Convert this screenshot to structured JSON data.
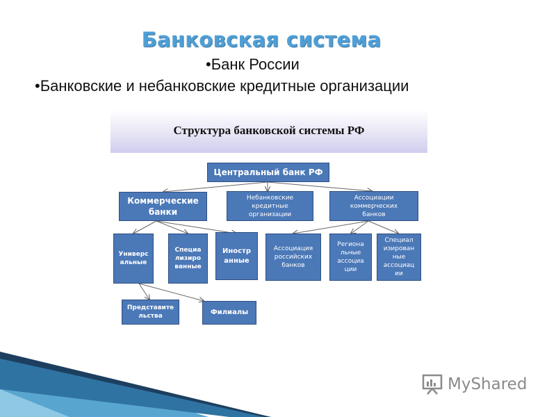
{
  "slide": {
    "title": "Банковская система",
    "bullets": [
      "•Банк России",
      "•Банковские и небанковские кредитные организации"
    ]
  },
  "diagram": {
    "header": "Структура банковской системы РФ",
    "nodes": {
      "cb": "Центральный банк РФ",
      "commercial": "Коммерческие\nбанки",
      "nonbank": "Небанковские\nкредитные\nорганизации",
      "assoc_commercial": "Ассоциации\nкоммерческих\nбанков",
      "universal": "Универс\nальные",
      "specialized": "Специа\nлизиро\nванные",
      "foreign": "Иностр\nанные",
      "assoc_russian": "Ассоциация\nроссийских\nбанков",
      "regional": "Региона\nльные\nассоциа\nции",
      "specialized_assoc": "Специал\nизирован\nные\nассоциац\nии",
      "representations": "Представите\nльства",
      "branches": "Филиалы"
    }
  },
  "watermark": {
    "text": "MyShared"
  },
  "colors": {
    "title": "#4f9fd6",
    "box_fill": "#4b78b7",
    "box_border": "#2e4f80",
    "stripe_dark": "#1d3f5f",
    "stripe_light": "#58a6cf"
  }
}
